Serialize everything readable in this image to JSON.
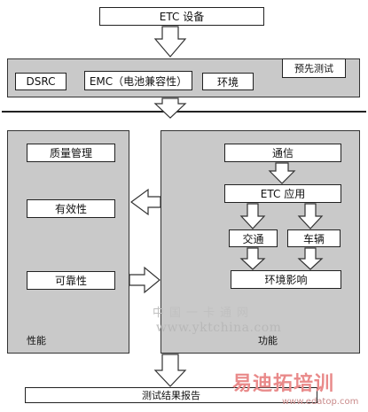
{
  "top": {
    "etc_device": "ETC 设备"
  },
  "pretest": {
    "section_label": "预先测试",
    "items": [
      "DSRC",
      "EMC（电池兼容性）",
      "环境"
    ]
  },
  "performance": {
    "section_label": "性能",
    "items": [
      "质量管理",
      "有效性",
      "可靠性"
    ]
  },
  "function": {
    "section_label": "功能",
    "items": [
      "通信",
      "ETC 应用",
      "交通",
      "车辆",
      "环境影响"
    ]
  },
  "report": "测试结果报告",
  "watermark": {
    "cn_text": "中国一卡通网",
    "site": "www.yktchina.com",
    "logo": "易迪拓培训",
    "url": "www.edatop.com"
  }
}
